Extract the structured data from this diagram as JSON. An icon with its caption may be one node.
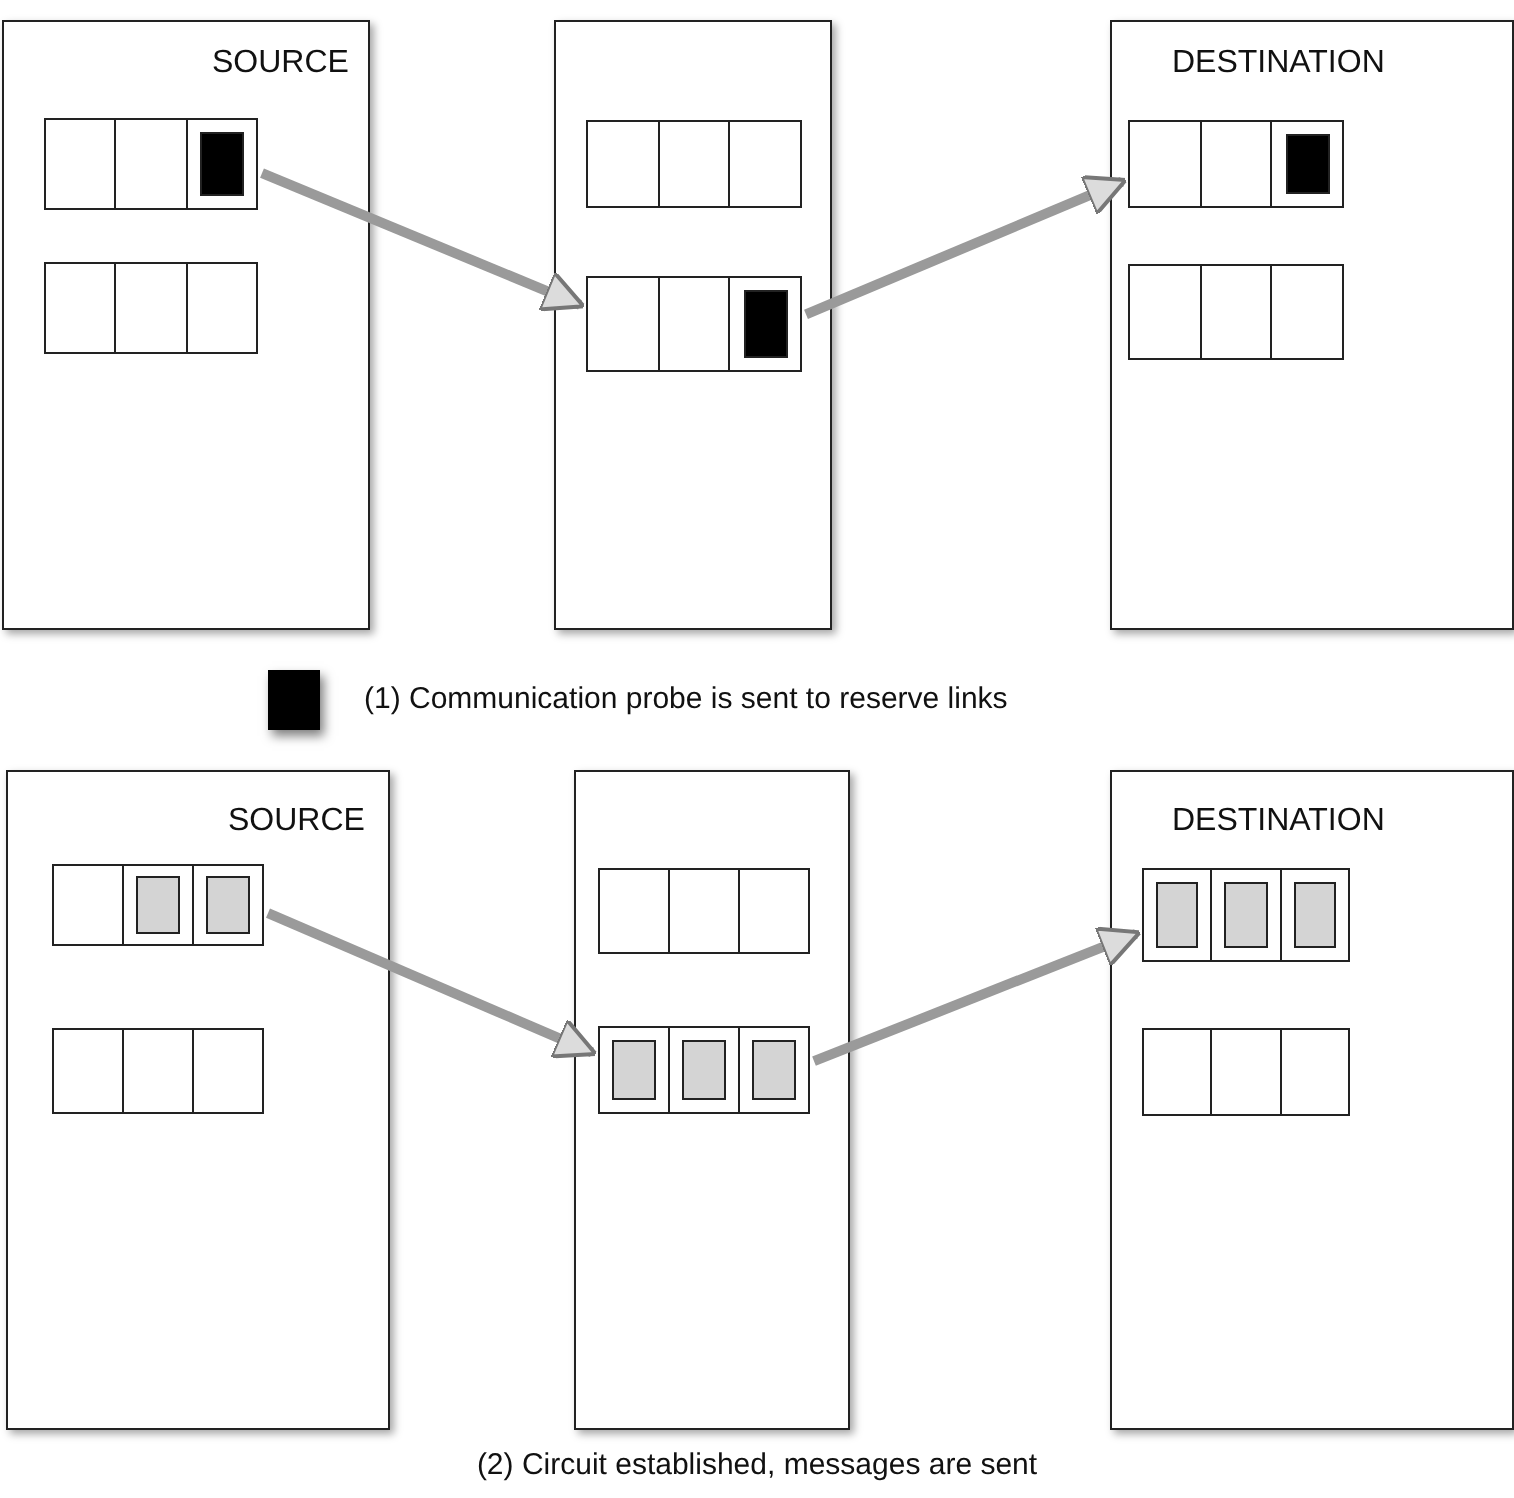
{
  "diagram": {
    "nodes": [
      {
        "text": [
          "SOURCE"
        ]
      },
      {
        "text": [],
        "shape": "box",
        "in": 0
      },
      {
        "text": [],
        "shape": "box",
        "in": 0
      },
      {
        "text": [],
        "shape": "box"
      },
      {
        "text": [],
        "shape": "box",
        "in": 3
      },
      {
        "text": [],
        "shape": "box",
        "in": 3
      },
      {
        "text": [
          "DESTINATION"
        ]
      },
      {
        "text": [],
        "shape": "box",
        "in": 6
      },
      {
        "text": [],
        "shape": "box",
        "in": 6
      },
      {
        "text": [
          "SOURCE"
        ]
      },
      {
        "text": [],
        "shape": "box",
        "in": 9
      },
      {
        "text": [],
        "shape": "box",
        "in": 9
      },
      {
        "text": [],
        "shape": "box"
      },
      {
        "text": [],
        "shape": "box",
        "in": 12
      },
      {
        "text": [],
        "shape": "box",
        "in": 12
      },
      {
        "text": [
          "DESTINATION"
        ]
      },
      {
        "text": [],
        "shape": "box",
        "in": 15
      },
      {
        "text": [],
        "shape": "box",
        "in": 15
      }
    ],
    "edges": [
      {
        "from": 1,
        "to": 5,
        "arrow": "to"
      },
      {
        "from": 5,
        "to": 7,
        "arrow": "to"
      },
      {
        "from": 10,
        "to": 14,
        "arrow": "to"
      },
      {
        "from": 14,
        "to": 16,
        "arrow": "to"
      }
    ],
    "labels": [
      "(2) Circuit established, messages are sent"
    ],
    "legend": [
      {
        "text": "(1) Communication probe is sent to reserve links",
        "color": "#000000"
      }
    ]
  }
}
